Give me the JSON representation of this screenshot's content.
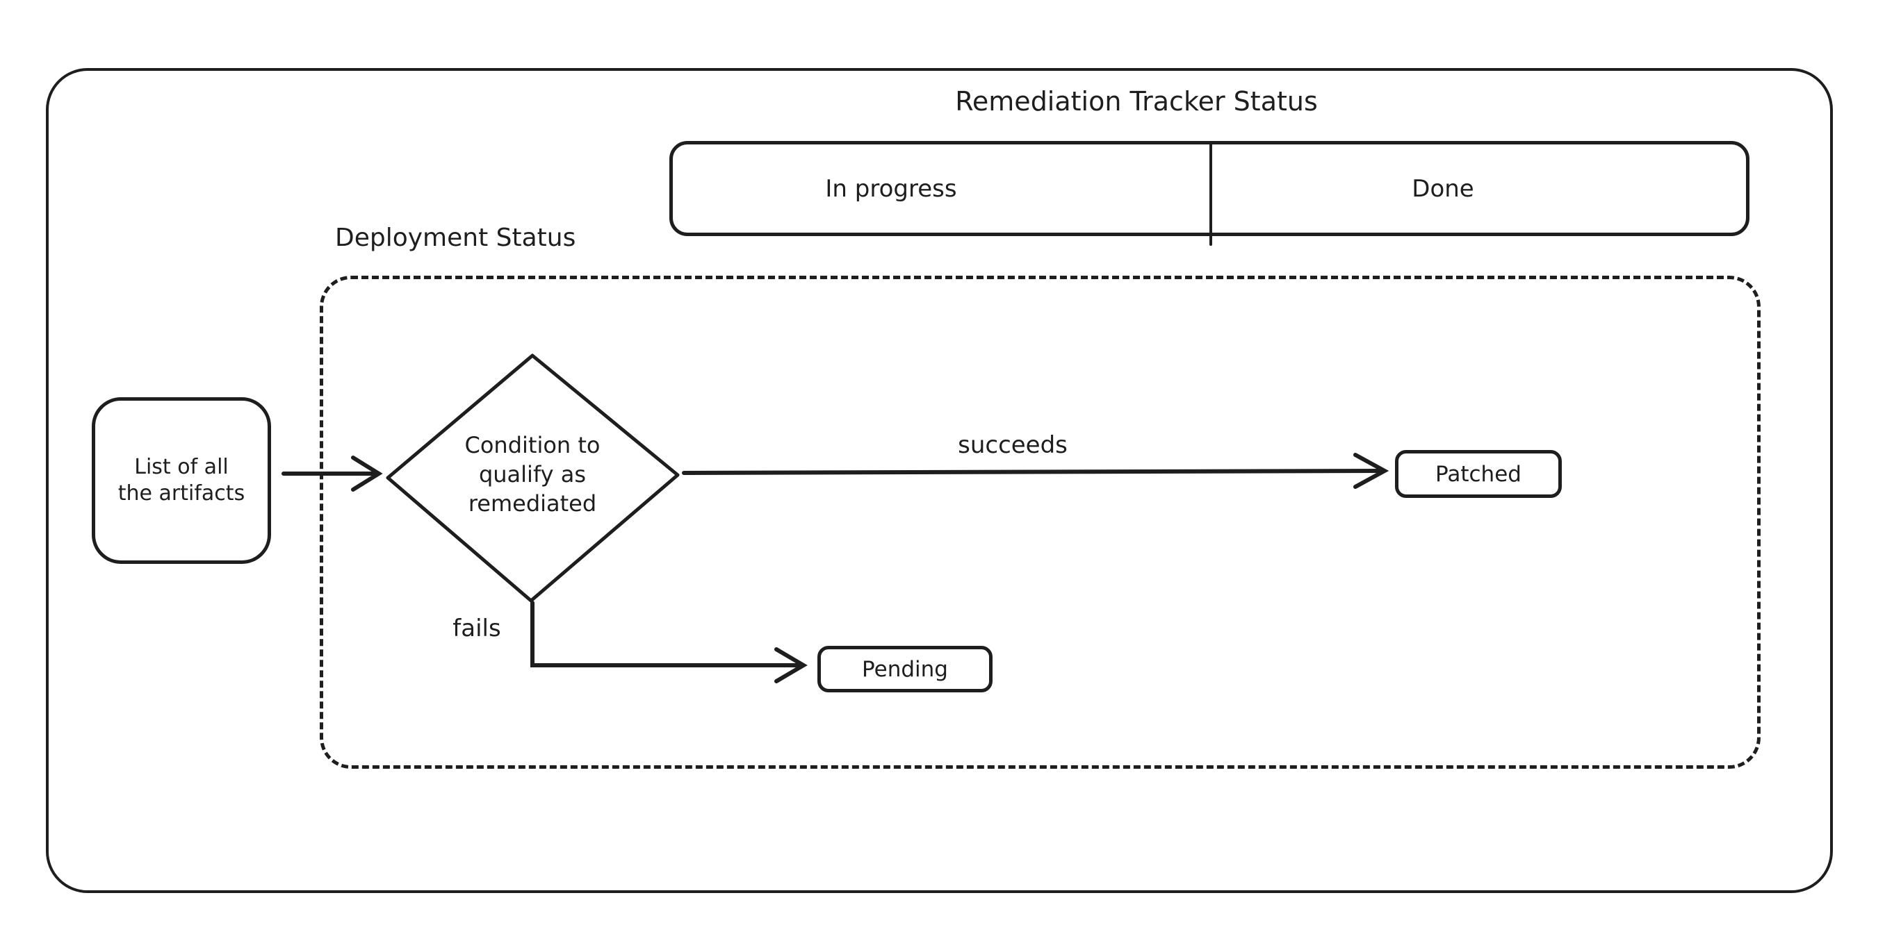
{
  "canvas": {
    "background": "#ffffff",
    "ink": "#1e1e1e"
  },
  "tracker": {
    "title": "Remediation Tracker Status",
    "columns": [
      {
        "label": "In progress"
      },
      {
        "label": "Done"
      }
    ]
  },
  "deployment": {
    "label": "Deployment Status",
    "artifacts_node": {
      "line1": "List of all",
      "line2": "the artifacts"
    },
    "decision_node": {
      "line1": "Condition to",
      "line2": "qualify as",
      "line3": "remediated"
    },
    "success_edge_label": "succeeds",
    "fail_edge_label": "fails",
    "patched_node": {
      "label": "Patched"
    },
    "pending_node": {
      "label": "Pending"
    }
  }
}
